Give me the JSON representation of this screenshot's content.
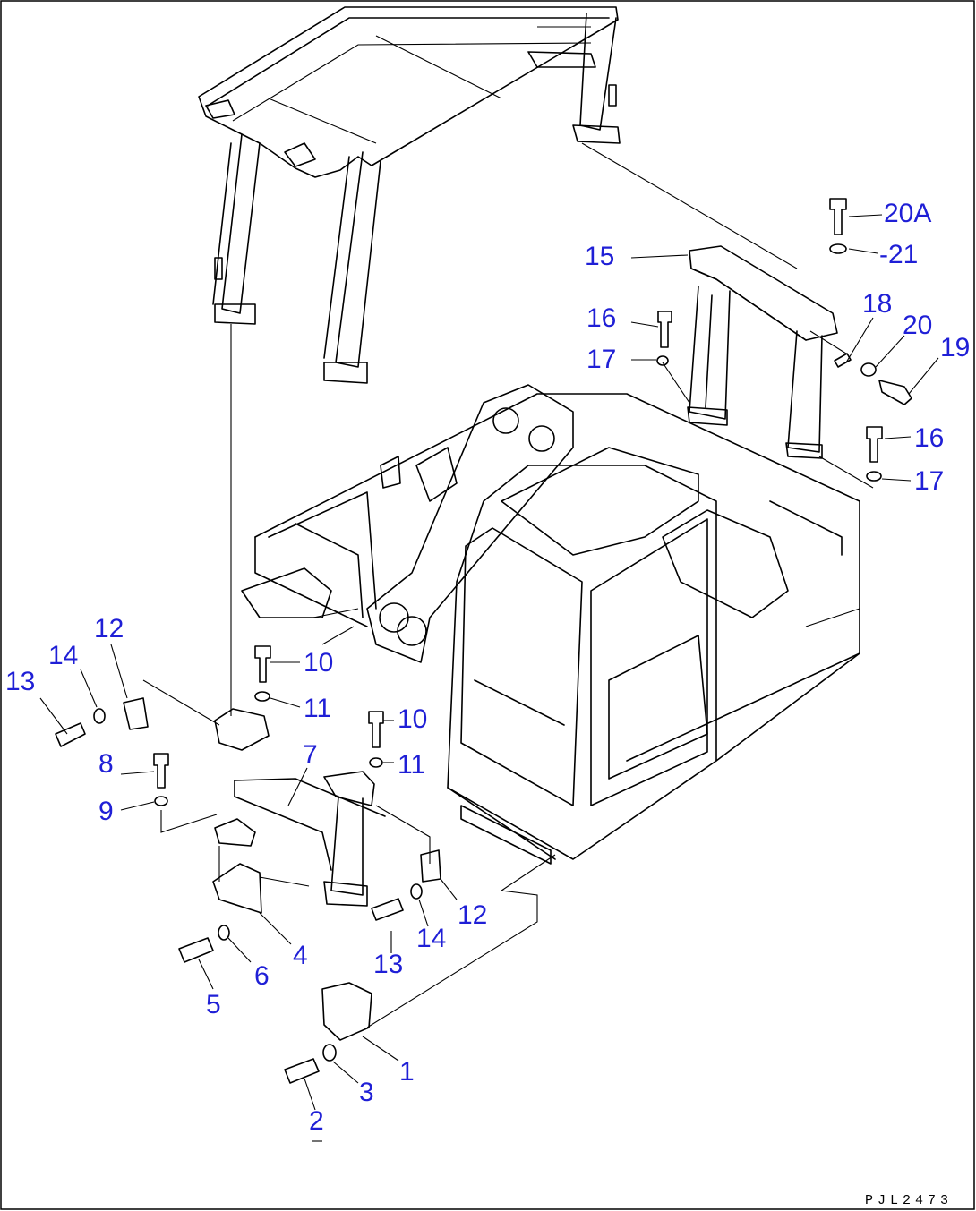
{
  "drawing_code": "PJL2473",
  "callouts": [
    {
      "id": "c-20a",
      "text": "20A"
    },
    {
      "id": "c-21",
      "text": "-21"
    },
    {
      "id": "c-15",
      "text": "15"
    },
    {
      "id": "c-18",
      "text": "18"
    },
    {
      "id": "c-20",
      "text": "20"
    },
    {
      "id": "c-19",
      "text": "19"
    },
    {
      "id": "c-16a",
      "text": "16"
    },
    {
      "id": "c-17a",
      "text": "17"
    },
    {
      "id": "c-16b",
      "text": "16"
    },
    {
      "id": "c-17b",
      "text": "17"
    },
    {
      "id": "c-12a",
      "text": "12"
    },
    {
      "id": "c-14a",
      "text": "14"
    },
    {
      "id": "c-13a",
      "text": "13"
    },
    {
      "id": "c-10a",
      "text": "10"
    },
    {
      "id": "c-11a",
      "text": "11"
    },
    {
      "id": "c-10b",
      "text": "10"
    },
    {
      "id": "c-11b",
      "text": "11"
    },
    {
      "id": "c-8",
      "text": "8"
    },
    {
      "id": "c-7",
      "text": "7"
    },
    {
      "id": "c-9",
      "text": "9"
    },
    {
      "id": "c-12b",
      "text": "12"
    },
    {
      "id": "c-14b",
      "text": "14"
    },
    {
      "id": "c-4",
      "text": "4"
    },
    {
      "id": "c-6",
      "text": "6"
    },
    {
      "id": "c-13b",
      "text": "13"
    },
    {
      "id": "c-5",
      "text": "5"
    },
    {
      "id": "c-1",
      "text": "1"
    },
    {
      "id": "c-3",
      "text": "3"
    },
    {
      "id": "c-2",
      "text": "2"
    }
  ],
  "colors": {
    "callout": "#1f1fd6",
    "line": "#000000",
    "background": "#ffffff"
  }
}
